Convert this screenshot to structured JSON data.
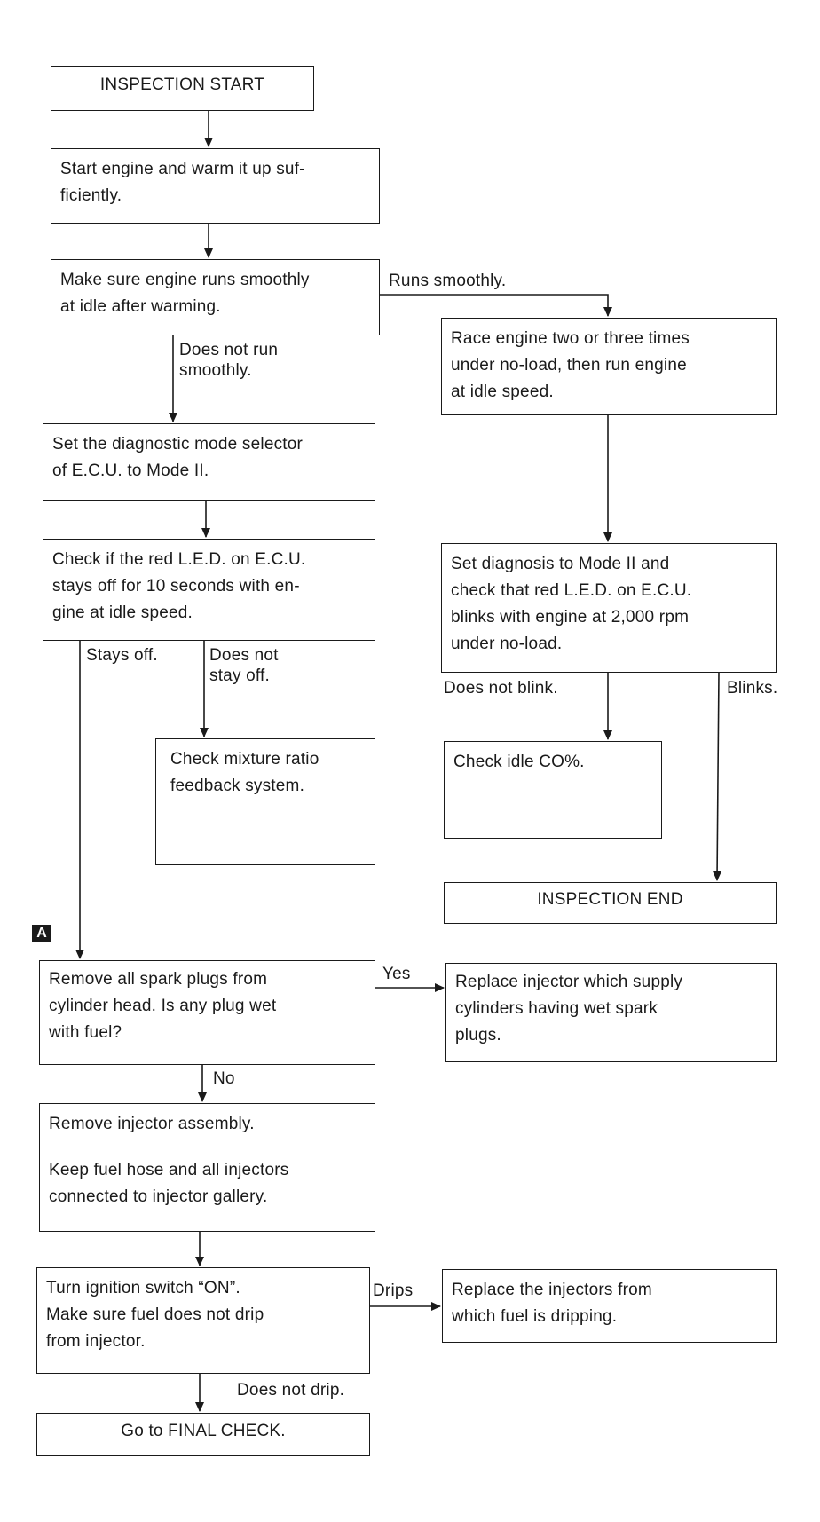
{
  "boxes": {
    "inspection_start": [
      "INSPECTION START"
    ],
    "warm_up": [
      "Start engine and warm it up suf-",
      "ficiently."
    ],
    "check_idle": [
      "Make sure engine runs smoothly",
      "at idle after warming."
    ],
    "race_engine": [
      "Race engine two or three times",
      "under no-load, then run engine",
      "at idle speed."
    ],
    "set_mode": [
      "Set the diagnostic mode selector",
      "of E.C.U. to Mode II."
    ],
    "check_led": [
      "Check if the red L.E.D. on E.C.U.",
      "stays off for 10 seconds with en-",
      "gine at idle speed."
    ],
    "set_diagnosis": [
      "Set diagnosis to Mode II and",
      "check that red L.E.D. on E.C.U.",
      "blinks with engine at 2,000 rpm",
      "under no-load."
    ],
    "check_mixture": [
      "Check mixture ratio",
      "feedback system."
    ],
    "check_co": [
      "Check idle CO%."
    ],
    "inspection_end": [
      "INSPECTION END"
    ],
    "remove_plugs": [
      "Remove all spark plugs from",
      "cylinder head. Is any plug wet",
      "with fuel?"
    ],
    "replace_injector_wet": [
      "Replace injector which supply",
      "cylinders having wet spark",
      "plugs."
    ],
    "remove_injector": [
      "Remove injector assembly.",
      "",
      "Keep fuel hose and all injectors",
      "connected to injector gallery."
    ],
    "turn_ignition": [
      "Turn ignition switch “ON”.",
      "Make sure fuel does not drip",
      "from injector."
    ],
    "replace_injector_drip": [
      "Replace the injectors from",
      "which fuel is dripping."
    ],
    "final_check": [
      "Go to FINAL CHECK."
    ]
  },
  "labels": {
    "runs_smoothly": [
      "Runs smoothly."
    ],
    "does_not_run": [
      "Does not run",
      "smoothly."
    ],
    "stays_off": [
      "Stays off."
    ],
    "does_not_stay_off": [
      "Does not",
      "stay off."
    ],
    "does_not_blink": [
      "Does not blink."
    ],
    "blinks": [
      "Blinks."
    ],
    "yes": [
      "Yes"
    ],
    "no": [
      "No"
    ],
    "drips": [
      "Drips"
    ],
    "does_not_drip": [
      "Does not drip."
    ]
  },
  "marker": "A"
}
